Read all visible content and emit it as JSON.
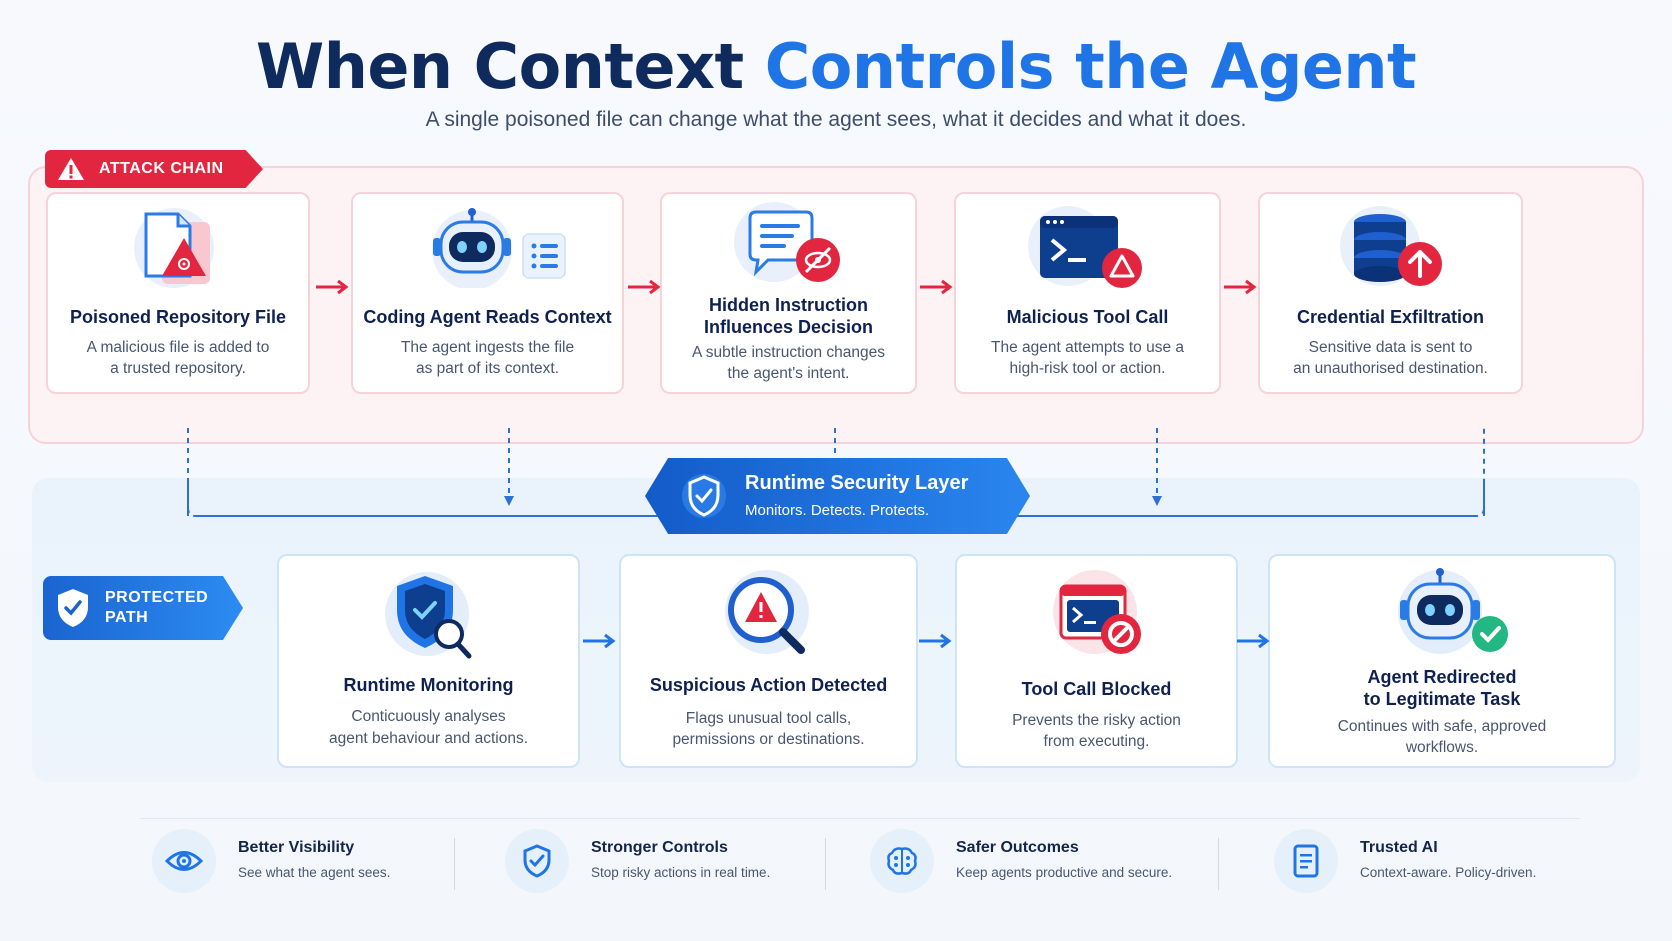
{
  "header": {
    "title_dark": "When Context",
    "title_accent": "Controls the Agent",
    "subtitle": "A single poisoned file can change what the agent sees, what it decides and what it does."
  },
  "attack_chain": {
    "badge": "ATTACK CHAIN",
    "steps": [
      {
        "title": "Poisoned Repository File",
        "desc1": "A malicious file is added to",
        "desc2": "a trusted repository.",
        "icon": "poisoned-file-icon"
      },
      {
        "title": "Coding Agent Reads Context",
        "desc1": "The agent ingests the file",
        "desc2": "as part of its context.",
        "icon": "robot-agent-icon"
      },
      {
        "title1": "Hidden Instruction",
        "title2": "Influences Decision",
        "desc1": "A subtle instruction changes",
        "desc2": "the agent's intent.",
        "icon": "hidden-instruction-icon"
      },
      {
        "title": "Malicious Tool Call",
        "desc1": "The agent attempts to use a",
        "desc2": "high-risk tool or action.",
        "icon": "terminal-warning-icon"
      },
      {
        "title": "Credential Exfiltration",
        "desc1": "Sensitive data is sent to",
        "desc2": "an unauthorised destination.",
        "icon": "database-upload-icon"
      }
    ]
  },
  "runtime_layer": {
    "title": "Runtime Security Layer",
    "subtitle": "Monitors. Detects. Protects."
  },
  "protected_path": {
    "badge_line1": "PROTECTED",
    "badge_line2": "PATH",
    "steps": [
      {
        "title": "Runtime Monitoring",
        "desc1": "Conticuously analyses",
        "desc2": "agent behaviour and actions.",
        "icon": "shield-search-icon"
      },
      {
        "title": "Suspicious Action Detected",
        "desc1": "Flags unusual tool calls,",
        "desc2": "permissions or destinations.",
        "icon": "magnifier-alert-icon"
      },
      {
        "title": "Tool Call Blocked",
        "desc1": "Prevents the risky action",
        "desc2": "from executing.",
        "icon": "terminal-blocked-icon"
      },
      {
        "title1": "Agent Redirected",
        "title2": "to Legitimate Task",
        "desc1": "Continues with safe, approved",
        "desc2": "workflows.",
        "icon": "robot-check-icon"
      }
    ]
  },
  "footer": [
    {
      "title": "Better Visibility",
      "desc": "See what the agent sees.",
      "icon": "eye-icon"
    },
    {
      "title": "Stronger Controls",
      "desc": "Stop risky actions in real time.",
      "icon": "shield-check-icon"
    },
    {
      "title": "Safer Outcomes",
      "desc": "Keep agents productive and secure.",
      "icon": "brain-icon"
    },
    {
      "title": "Trusted AI",
      "desc": "Context-aware. Policy-driven.",
      "icon": "document-icon"
    }
  ],
  "colors": {
    "navy": "#0f2a5c",
    "accent_blue": "#1f74e6",
    "attack_red": "#e3263f",
    "attack_border": "#f6d3d9",
    "protect_border": "#cfe3f7"
  }
}
